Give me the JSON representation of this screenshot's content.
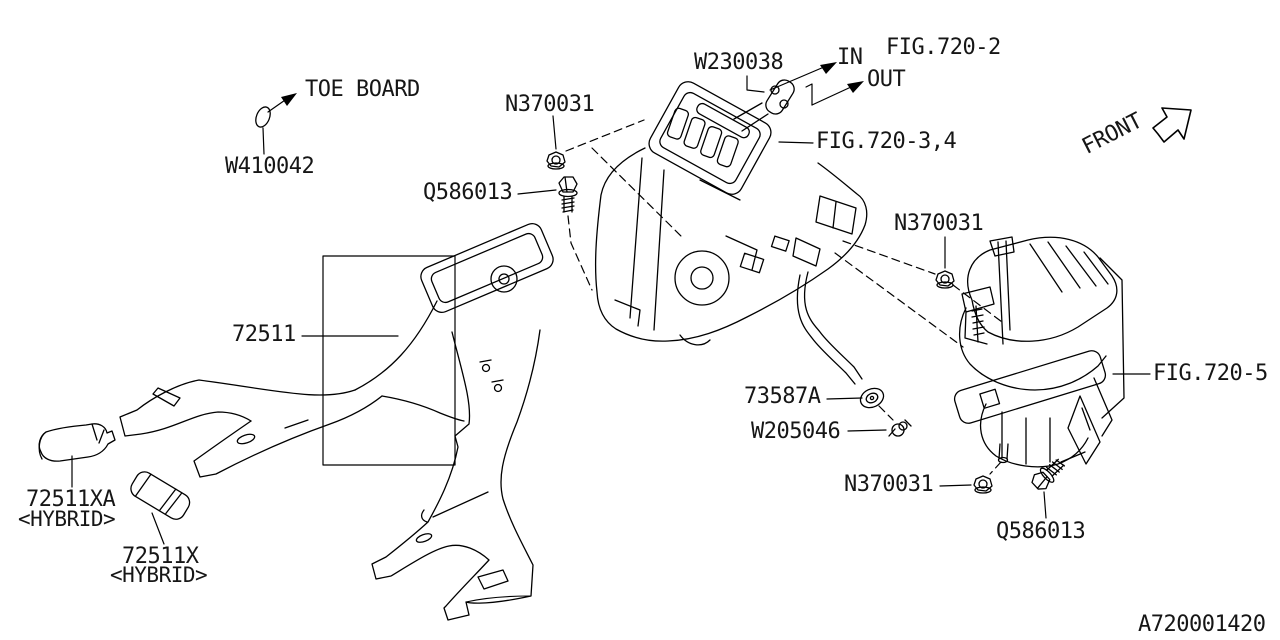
{
  "diagram": {
    "drawing_number": "A720001420",
    "direction_indicator": "FRONT",
    "location_note": "TOE BOARD",
    "flow_in": "IN",
    "flow_out": "OUT",
    "hybrid_variant_note": "<HYBRID>",
    "figure_references": {
      "fig_720_2": "FIG.720-2",
      "fig_720_3_4": "FIG.720-3,4",
      "fig_720_5": "FIG.720-5"
    },
    "part_numbers": {
      "duct": "72511",
      "duct_hybrid_a": "72511XA",
      "duct_hybrid_b": "72511X",
      "grommet": "73587A",
      "clamp": "W205046",
      "flange_seal": "W230038",
      "clip": "W410042",
      "nut": "N370031",
      "bolt": "Q586013"
    },
    "colors": {
      "ink": "#000000",
      "background": "#ffffff"
    }
  }
}
